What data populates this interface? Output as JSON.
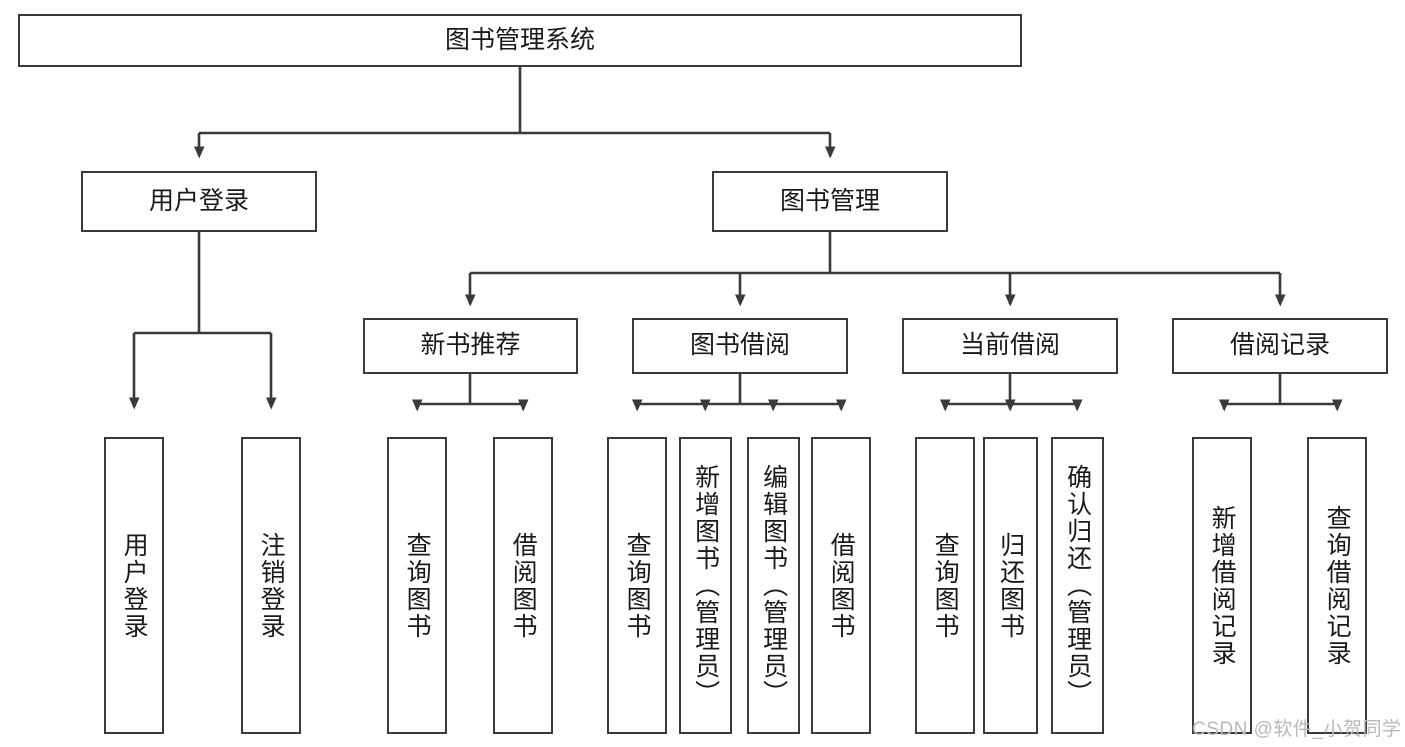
{
  "diagram": {
    "type": "tree-hierarchy",
    "title": "图书管理系统",
    "root": {
      "id": "root",
      "label": "图书管理系统"
    },
    "level2": [
      {
        "id": "user-login",
        "label": "用户登录"
      },
      {
        "id": "book-manage",
        "label": "图书管理"
      }
    ],
    "level3": [
      {
        "id": "new-book-recommend",
        "label": "新书推荐",
        "parent": "book-manage"
      },
      {
        "id": "book-borrow",
        "label": "图书借阅",
        "parent": "book-manage"
      },
      {
        "id": "current-borrow",
        "label": "当前借阅",
        "parent": "book-manage"
      },
      {
        "id": "borrow-record",
        "label": "借阅记录",
        "parent": "book-manage"
      }
    ],
    "leaves": {
      "user-login": [
        {
          "id": "leaf-user-login",
          "label": "用户登录"
        },
        {
          "id": "leaf-user-logout",
          "label": "注销登录"
        }
      ],
      "new-book-recommend": [
        {
          "id": "leaf-query-book-1",
          "label": "查询图书"
        },
        {
          "id": "leaf-borrow-book-1",
          "label": "借阅图书"
        }
      ],
      "book-borrow": [
        {
          "id": "leaf-query-book-2",
          "label": "查询图书"
        },
        {
          "id": "leaf-add-book",
          "label": "新增图书（管理员）"
        },
        {
          "id": "leaf-edit-book",
          "label": "编辑图书（管理员）"
        },
        {
          "id": "leaf-borrow-book-2",
          "label": "借阅图书"
        }
      ],
      "current-borrow": [
        {
          "id": "leaf-query-book-3",
          "label": "查询图书"
        },
        {
          "id": "leaf-return-book",
          "label": "归还图书"
        },
        {
          "id": "leaf-confirm-return",
          "label": "确认归还（管理员）"
        }
      ],
      "borrow-record": [
        {
          "id": "leaf-add-record",
          "label": "新增借阅记录"
        },
        {
          "id": "leaf-query-record",
          "label": "查询借阅记录"
        }
      ]
    },
    "colors": {
      "stroke": "#3a3a3a",
      "fill": "#ffffff",
      "text": "#1a1a1a",
      "watermark": "#b9b9b9"
    }
  },
  "watermark": {
    "text": "CSDN @软件_小贺同学"
  }
}
